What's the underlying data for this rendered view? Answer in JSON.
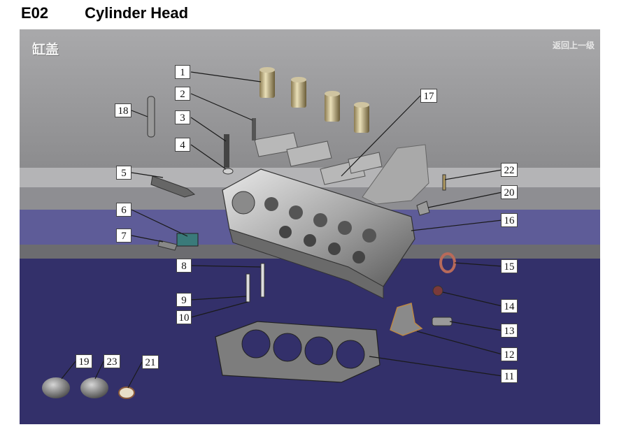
{
  "header": {
    "code": "E02",
    "title": "Cylinder Head"
  },
  "panel": {
    "title_cn": "缸盖",
    "back_link": "返回上一级"
  },
  "callouts": [
    "1",
    "2",
    "3",
    "4",
    "5",
    "6",
    "7",
    "8",
    "9",
    "10",
    "11",
    "12",
    "13",
    "14",
    "15",
    "16",
    "17",
    "18",
    "19",
    "20",
    "21",
    "22",
    "23"
  ],
  "colors": {
    "band_top": "#9a9a9c",
    "band_purple": "#5e5c98",
    "floor": "#33306a"
  }
}
